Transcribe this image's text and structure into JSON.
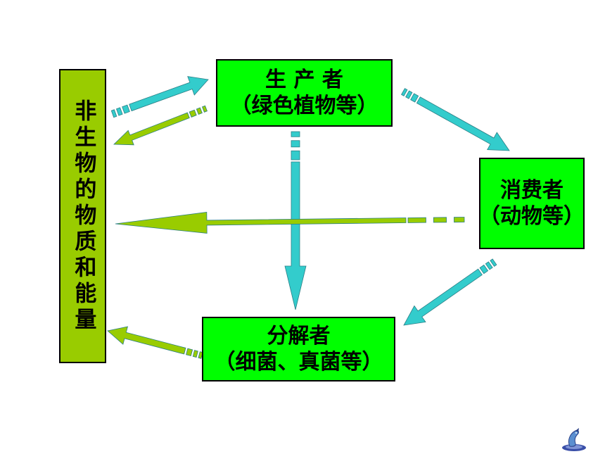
{
  "diagram": {
    "nodes": {
      "abiotic": {
        "label": "非生物的物质和能量"
      },
      "producer": {
        "line1": "生 产 者",
        "line2": "（绿色植物等）"
      },
      "consumer": {
        "line1": "消费者",
        "line2": "（动物等）"
      },
      "decomposer": {
        "line1": "分解者",
        "line2": "（细菌、真菌等）"
      }
    },
    "edges": [
      {
        "from": "abiotic",
        "to": "producer",
        "color": "#33cccc"
      },
      {
        "from": "producer",
        "to": "abiotic",
        "color": "#99cc00"
      },
      {
        "from": "producer",
        "to": "consumer",
        "color": "#33cccc"
      },
      {
        "from": "producer",
        "to": "decomposer",
        "color": "#33cccc"
      },
      {
        "from": "consumer",
        "to": "abiotic",
        "color": "#99cc00"
      },
      {
        "from": "consumer",
        "to": "decomposer",
        "color": "#33cccc"
      },
      {
        "from": "decomposer",
        "to": "abiotic",
        "color": "#99cc00"
      }
    ],
    "colors": {
      "abiotic_fill": "#99cc00",
      "node_fill": "#00ff00",
      "teal_arrow": "#33cccc",
      "olive_arrow": "#99cc00"
    }
  }
}
